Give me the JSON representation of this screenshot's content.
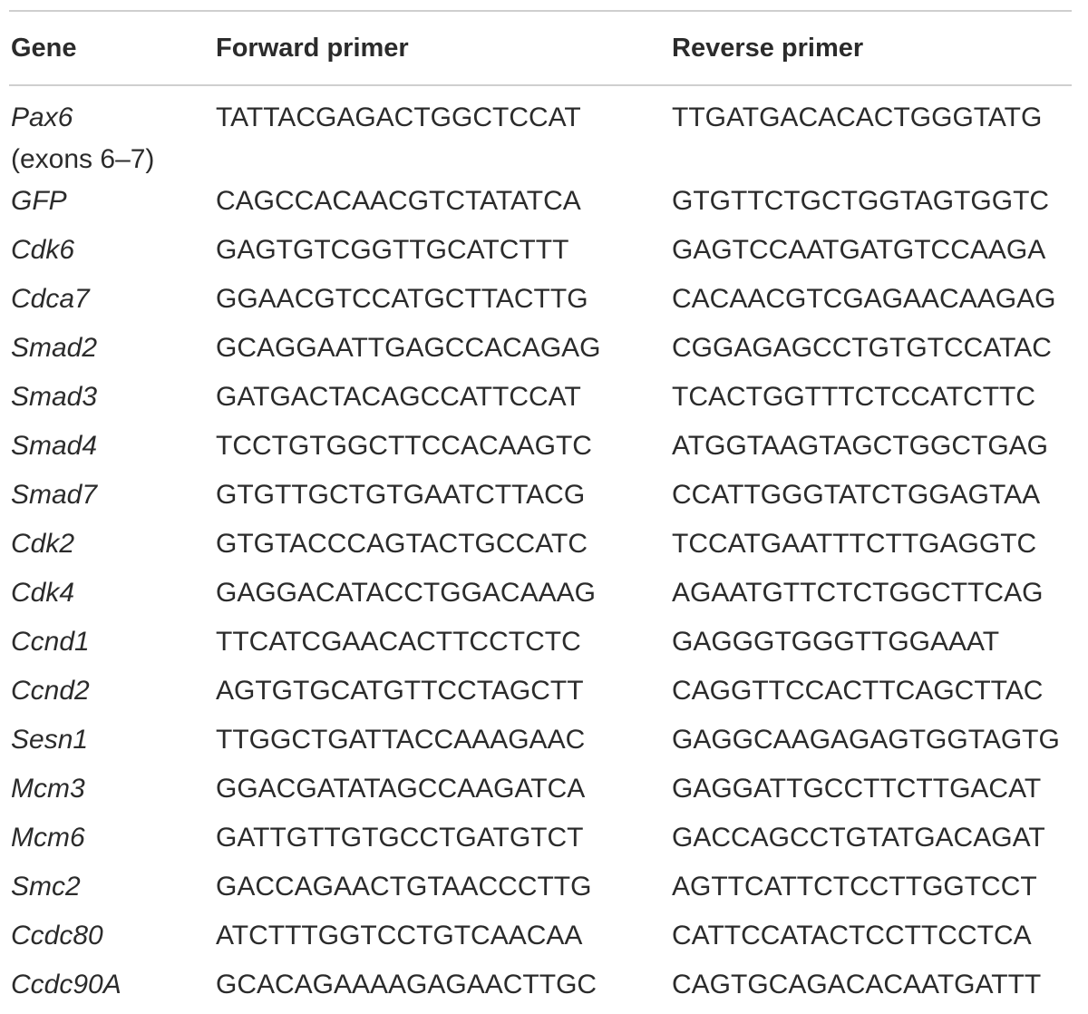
{
  "table": {
    "headers": {
      "gene": "Gene",
      "forward": "Forward primer",
      "reverse": "Reverse primer"
    },
    "rows": [
      {
        "gene": "Pax6",
        "note": "(exons 6–7)",
        "forward": "TATTACGAGACTGGCTCCAT",
        "reverse": "TTGATGACACACTGGGTATG"
      },
      {
        "gene": "GFP",
        "forward": "CAGCCACAACGTCTATATCA",
        "reverse": "GTGTTCTGCTGGTAGTGGTC"
      },
      {
        "gene": "Cdk6",
        "forward": "GAGTGTCGGTTGCATCTTT",
        "reverse": "GAGTCCAATGATGTCCAAGA"
      },
      {
        "gene": "Cdca7",
        "forward": "GGAACGTCCATGCTTACTTG",
        "reverse": "CACAACGTCGAGAACAAGAG"
      },
      {
        "gene": "Smad2",
        "forward": "GCAGGAATTGAGCCACAGAG",
        "reverse": "CGGAGAGCCTGTGTCCATAC"
      },
      {
        "gene": "Smad3",
        "forward": "GATGACTACAGCCATTCCAT",
        "reverse": "TCACTGGTTTCTCCATCTTC"
      },
      {
        "gene": "Smad4",
        "forward": "TCCTGTGGCTTCCACAAGTC",
        "reverse": "ATGGTAAGTAGCTGGCTGAG"
      },
      {
        "gene": "Smad7",
        "forward": "GTGTTGCTGTGAATCTTACG",
        "reverse": "CCATTGGGTATCTGGAGTAA"
      },
      {
        "gene": "Cdk2",
        "forward": "GTGTACCCAGTACTGCCATC",
        "reverse": "TCCATGAATTTCTTGAGGTC"
      },
      {
        "gene": "Cdk4",
        "forward": "GAGGACATACCTGGACAAAG",
        "reverse": "AGAATGTTCTCTGGCTTCAG"
      },
      {
        "gene": "Ccnd1",
        "forward": "TTCATCGAACACTTCCTCTC",
        "reverse": "GAGGGTGGGTTGGAAAT"
      },
      {
        "gene": "Ccnd2",
        "forward": "AGTGTGCATGTTCCTAGCTT",
        "reverse": "CAGGTTCCACTTCAGCTTAC"
      },
      {
        "gene": "Sesn1",
        "forward": "TTGGCTGATTACCAAAGAAC",
        "reverse": "GAGGCAAGAGAGTGGTAGTG"
      },
      {
        "gene": "Mcm3",
        "forward": "GGACGATATAGCCAAGATCA",
        "reverse": "GAGGATTGCCTTCTTGACAT"
      },
      {
        "gene": "Mcm6",
        "forward": "GATTGTTGTGCCTGATGTCT",
        "reverse": "GACCAGCCTGTATGACAGAT"
      },
      {
        "gene": "Smc2",
        "forward": "GACCAGAACTGTAACCCTTG",
        "reverse": "AGTTCATTCTCCTTGGTCCT"
      },
      {
        "gene": "Ccdc80",
        "forward": "ATCTTTGGTCCTGTCAACAA",
        "reverse": "CATTCCATACTCCTTCCTCA"
      },
      {
        "gene": "Ccdc90A",
        "forward": "GCACAGAAAAGAGAACTTGC",
        "reverse": "CAGTGCAGACACAATGATTT"
      }
    ]
  }
}
